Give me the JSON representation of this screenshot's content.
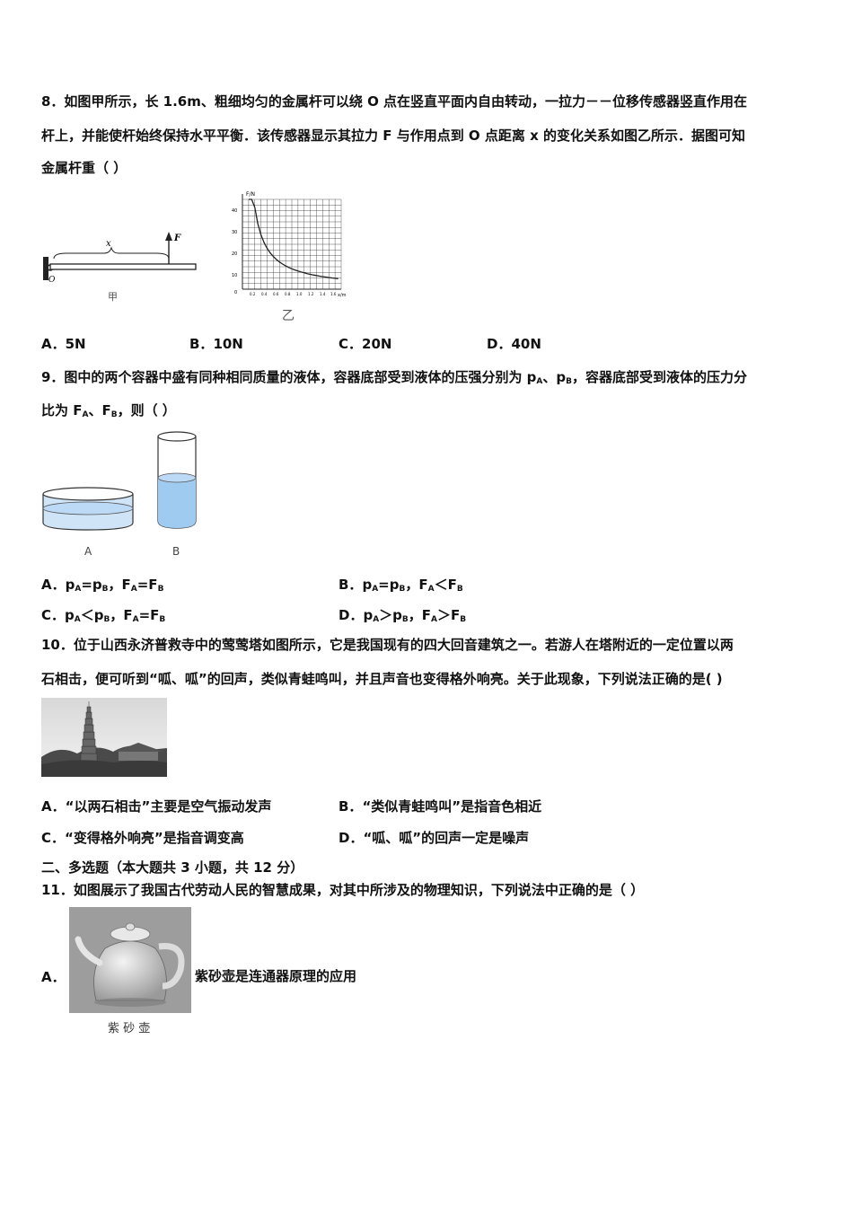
{
  "q8": {
    "line1": "8．如图甲所示，长 1.6m、粗细均匀的金属杆可以绕 O 点在竖直平面内自由转动，一拉力－－位移传感器竖直作用在",
    "line2": "杆上，并能使杆始终保持水平平衡．该传感器显示其拉力 F 与作用点到 O 点距离 x 的变化关系如图乙所示．据图可知",
    "line3": "金属杆重（ ）",
    "fig_a": {
      "x_label": "x",
      "f_label": "F",
      "o_label": "O",
      "caption": "甲"
    },
    "fig_b": {
      "axis_y": "F/N",
      "axis_x": "x/m",
      "origin": "0",
      "y_ticks": [
        "40",
        "30",
        "20",
        "10"
      ],
      "x_ticks": [
        "0.2",
        "0.4",
        "0.6",
        "0.8",
        "1.0",
        "1.2",
        "1.4",
        "1.6"
      ],
      "caption": "乙"
    },
    "options": [
      {
        "letter": "A．",
        "text": "5N"
      },
      {
        "letter": "B．",
        "text": "10N"
      },
      {
        "letter": "C．",
        "text": "20N"
      },
      {
        "letter": "D．",
        "text": "40N"
      }
    ]
  },
  "q9": {
    "line1": "9．图中的两个容器中盛有同种相同质量的液体，容器底部受到液体的压强分别为 pA、pB，容器底部受到液体的压力分",
    "line2": "比为 FA、FB，则（ ）",
    "label_a": "A",
    "label_b": "B",
    "options": [
      {
        "letter": "A．",
        "text": "pA=pB，FA=FB"
      },
      {
        "letter": "B．",
        "text": "pA=pB，FA＜FB"
      },
      {
        "letter": "C．",
        "text": "pA＜pB，FA=FB"
      },
      {
        "letter": "D．",
        "text": "pA＞pB，FA＞FB"
      }
    ]
  },
  "q10": {
    "line1": "10．位于山西永济普救寺中的莺莺塔如图所示，它是我国现有的四大回音建筑之一。若游人在塔附近的一定位置以两",
    "line2": "石相击，便可听到“呱、呱”的回声，类似青蛙鸣叫，并且声音也变得格外响亮。关于此现象，下列说法正确的是(    )",
    "options": [
      {
        "letter": "A．",
        "text": "“以两石相击”主要是空气振动发声"
      },
      {
        "letter": "B．",
        "text": "“类似青蛙鸣叫”是指音色相近"
      },
      {
        "letter": "C．",
        "text": "“变得格外响亮”是指音调变高"
      },
      {
        "letter": "D．",
        "text": "“呱、呱”的回声一定是噪声"
      }
    ]
  },
  "section2": "二、多选题（本大题共 3 小题，共 12 分）",
  "q11": {
    "line1": "11．如图展示了我国古代劳动人民的智慧成果，对其中所涉及的物理知识，下列说法中正确的是（        ）",
    "option_a_letter": "A．",
    "option_a_text": "紫砂壶是连通器原理的应用",
    "caption": "紫 砂 壶"
  }
}
